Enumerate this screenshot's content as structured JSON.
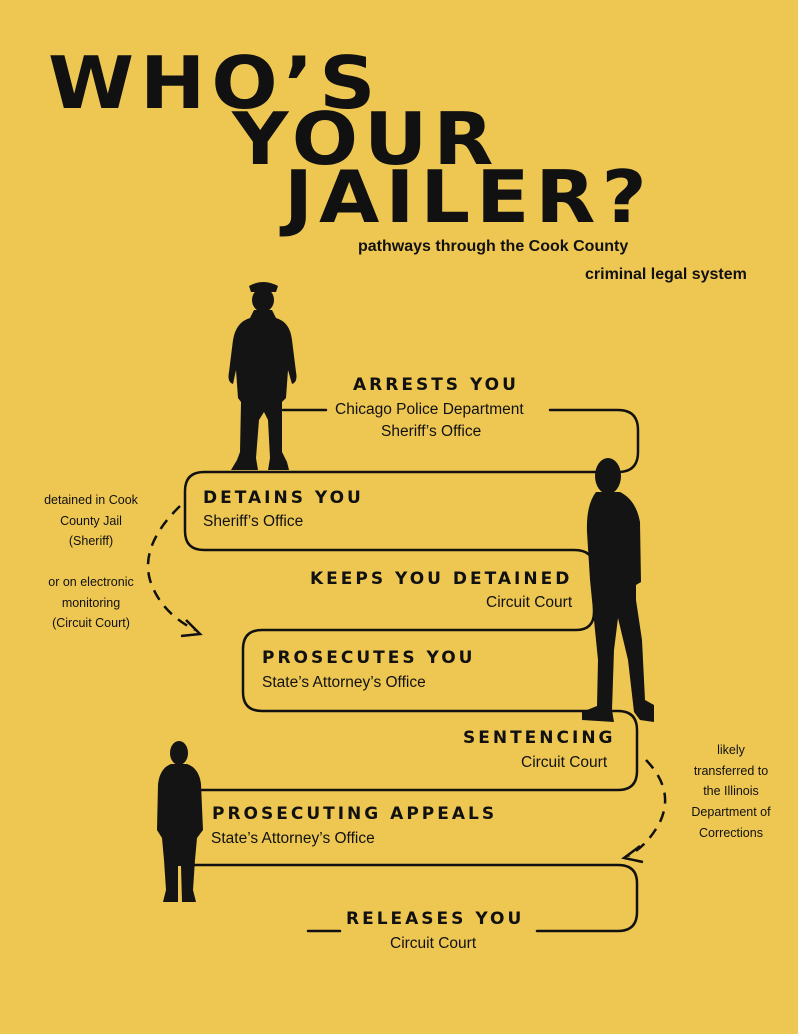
{
  "title": {
    "line1": "WHO’S",
    "line2": "YOUR",
    "line3": "JAILER?"
  },
  "subtitle": {
    "line1": "pathways through the Cook County",
    "line2": "criminal legal system"
  },
  "steps": [
    {
      "heading": "ARRESTS YOU",
      "agencies": [
        "Chicago Police Department",
        "Sheriff’s Office"
      ]
    },
    {
      "heading": "DETAINS YOU",
      "agencies": [
        "Sheriff’s Office"
      ]
    },
    {
      "heading": "KEEPS YOU DETAINED",
      "agencies": [
        "Circuit Court"
      ]
    },
    {
      "heading": "PROSECUTES YOU",
      "agencies": [
        "State’s Attorney’s Office"
      ]
    },
    {
      "heading": "SENTENCING",
      "agencies": [
        "Circuit Court"
      ]
    },
    {
      "heading": "PROSECUTING APPEALS",
      "agencies": [
        "State’s Attorney’s Office"
      ]
    },
    {
      "heading": "RELEASES YOU",
      "agencies": [
        "Circuit Court"
      ]
    }
  ],
  "notes": {
    "detention": {
      "line1": "detained in Cook",
      "line2": "County Jail",
      "line3": "(Sheriff)"
    },
    "monitoring": {
      "line1": "or on electronic",
      "line2": "monitoring",
      "line3": "(Circuit Court)"
    },
    "transfer": {
      "line1": "likely",
      "line2": "transferred to",
      "line3": "the Illinois",
      "line4": "Department of",
      "line5": "Corrections"
    }
  },
  "colors": {
    "background": "#eec753",
    "ink": "#111111"
  },
  "icons": [
    "police-officer-silhouette",
    "standing-person-silhouette",
    "man-in-suit-silhouette"
  ]
}
